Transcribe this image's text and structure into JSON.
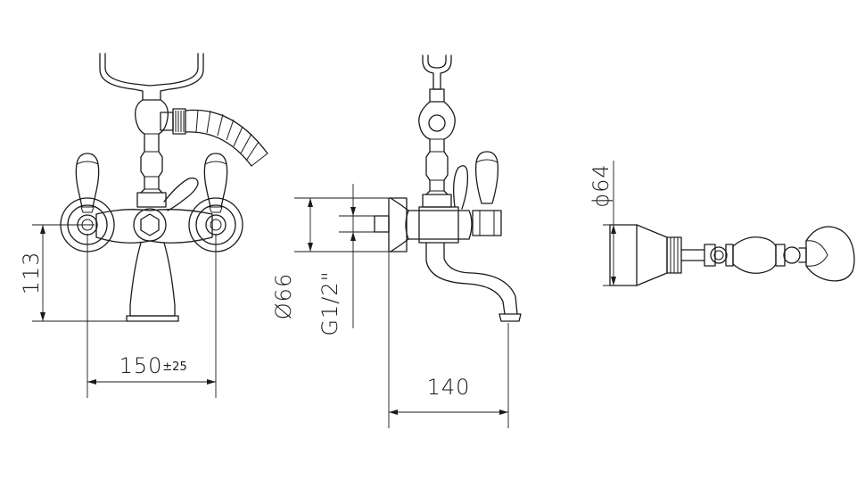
{
  "dimensions": {
    "height_front": "113",
    "spacing_value": "150",
    "spacing_tolerance": "±25",
    "body_diameter": "Ø66",
    "thread": "G1/2\"",
    "spout_reach": "140",
    "handshower_diameter": "ϕ64"
  }
}
